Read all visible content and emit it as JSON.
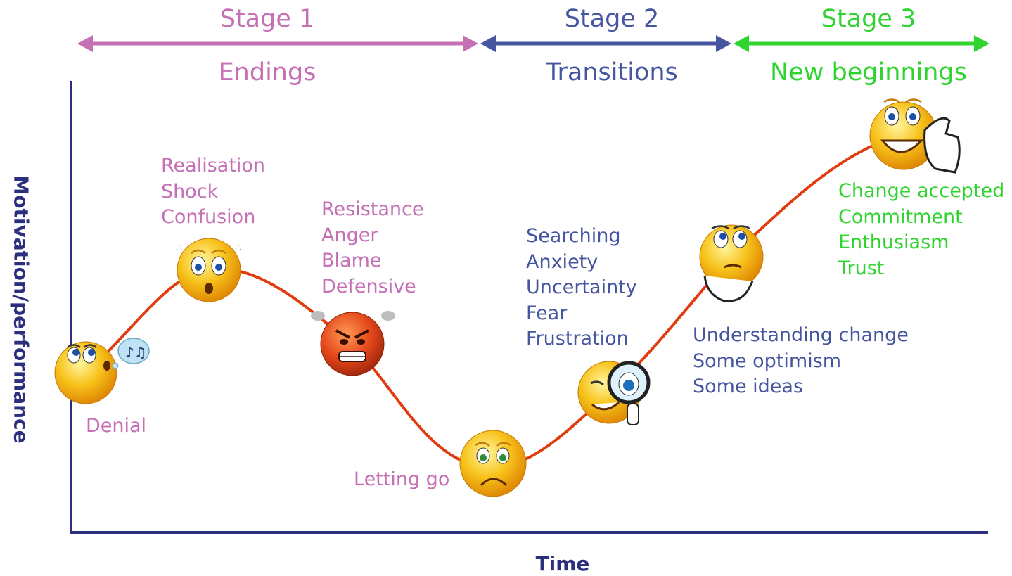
{
  "colors": {
    "stage1": "#c56fb4",
    "stage2": "#45559f",
    "stage3": "#2fd42f",
    "curve": "#e13b10",
    "axis": "#2b2f7e",
    "face": "#f7b90f",
    "angry_face": "#e2431a"
  },
  "stages": [
    {
      "title": "Stage 1",
      "subtitle": "Endings"
    },
    {
      "title": "Stage 2",
      "subtitle": "Transitions"
    },
    {
      "title": "Stage 3",
      "subtitle": "New beginnings"
    }
  ],
  "axes": {
    "y_title": "Motivation/performance",
    "x_title": "Time"
  },
  "phases": [
    {
      "name": "denial",
      "lines": [
        "Denial"
      ],
      "icon": "thinking-denial-face-icon",
      "level": 0.37
    },
    {
      "name": "shock",
      "lines": [
        "Realisation",
        "Shock",
        "Confusion"
      ],
      "icon": "surprised-face-icon",
      "level": 0.58
    },
    {
      "name": "resistance",
      "lines": [
        "Resistance",
        "Anger",
        "Blame",
        "Defensive"
      ],
      "icon": "angry-face-icon",
      "level": 0.44
    },
    {
      "name": "letting-go",
      "lines": [
        "Letting go"
      ],
      "icon": "sad-face-icon",
      "level": 0.12
    },
    {
      "name": "searching",
      "lines": [
        "Searching",
        "Anxiety",
        "Uncertainty",
        "Fear",
        "Frustration"
      ],
      "icon": "magnifier-face-icon",
      "level": 0.27
    },
    {
      "name": "understanding",
      "lines": [
        "Understanding change",
        "Some optimism",
        "Some ideas"
      ],
      "icon": "pondering-face-icon",
      "level": 0.6
    },
    {
      "name": "acceptance",
      "lines": [
        "Change accepted",
        "Commitment",
        "Enthusiasm",
        "Trust"
      ],
      "icon": "thumbs-up-face-icon",
      "level": 0.88
    }
  ]
}
